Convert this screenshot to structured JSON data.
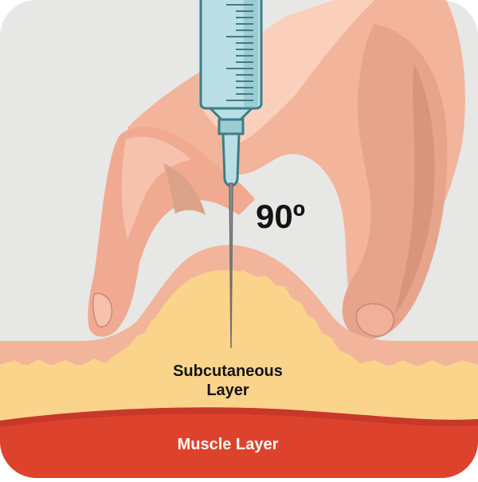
{
  "diagram": {
    "angle_label": "90º",
    "subcutaneous_label_line1": "Subcutaneous",
    "subcutaneous_label_line2": "Layer",
    "muscle_label": "Muscle Layer"
  },
  "colors": {
    "background": "#e7e7e5",
    "skin": "#f3b49c",
    "skin_light": "#fad0bd",
    "skin_shadow": "#dba28a",
    "fat": "#fad48b",
    "muscle": "#dd432c",
    "muscle_dark": "#b93022",
    "syringe_barrel": "#b9dfe4",
    "syringe_stroke": "#3d7d88",
    "needle": "#8b8e90",
    "text_dark": "#141414",
    "text_light": "#ffffff"
  },
  "icons": {
    "syringe": "syringe-icon",
    "hand": "pinching-hand"
  }
}
